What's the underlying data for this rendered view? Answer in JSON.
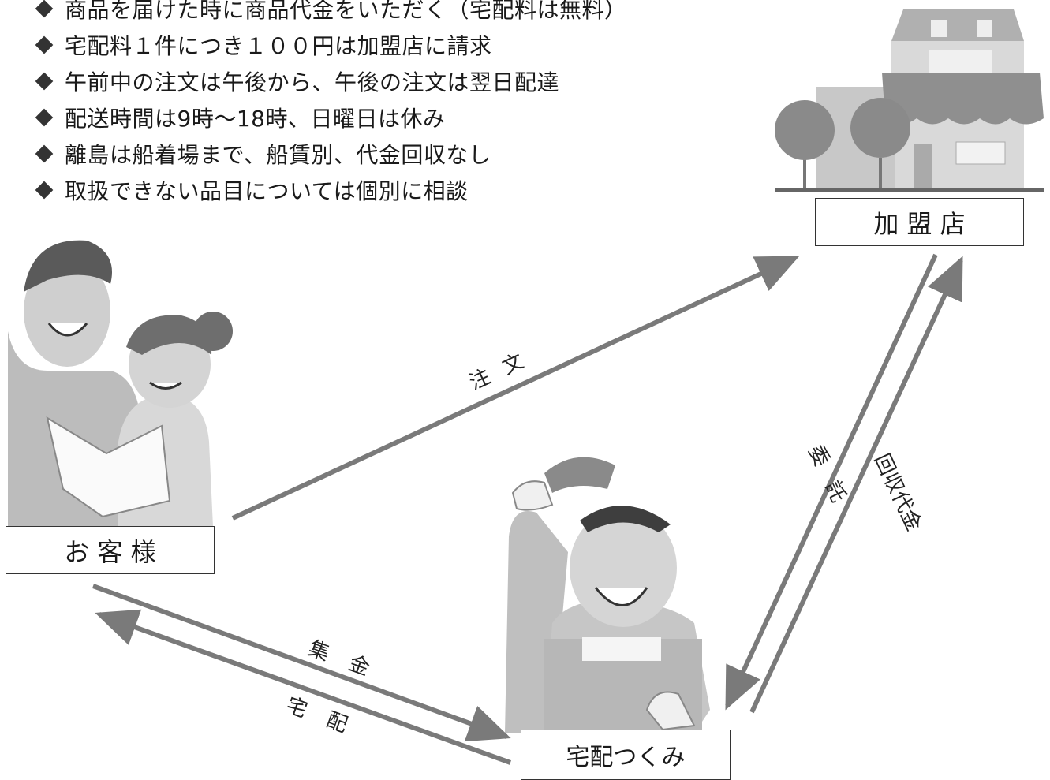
{
  "rules": [
    "商品を届けた時に商品代金をいただく（宅配料は無料）",
    "宅配料１件につき１００円は加盟店に請求",
    "午前中の注文は午後から、午後の注文は翌日配達",
    "配送時間は9時～18時、日曜日は休み",
    "離島は船着場まで、船賃別、代金回収なし",
    "取扱できない品目については個別に相談"
  ],
  "nodes": {
    "store": "加 盟 店",
    "customer": "お 客 様",
    "courier": "宅配つくみ"
  },
  "flows": {
    "order": "注 文",
    "entrust": "委 託",
    "collect_payment": "回収代金",
    "collection": "集 金",
    "delivery": "宅 配"
  }
}
